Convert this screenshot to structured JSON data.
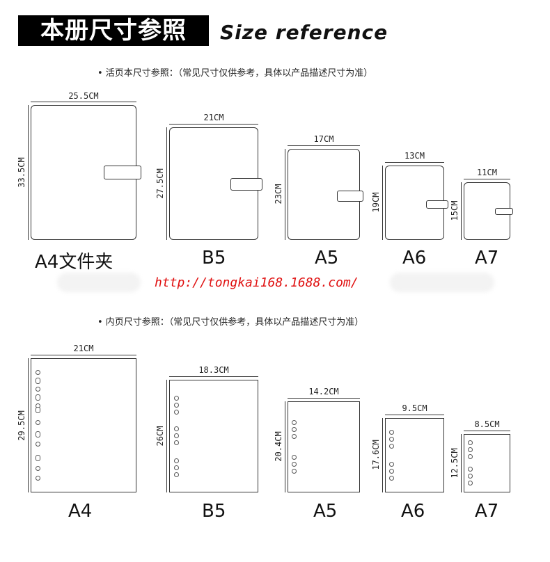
{
  "header": {
    "title_cn": "本册尺寸参照",
    "title_en": "Size reference"
  },
  "binder_section": {
    "note": "• 活页本尺寸参照：（常见尺寸仅供参考，具体以产品描述尺寸为准）",
    "items": [
      {
        "name": "A4文件夹",
        "width": "25.5CM",
        "height": "33.5CM"
      },
      {
        "name": "B5",
        "width": "21CM",
        "height": "27.5CM"
      },
      {
        "name": "A5",
        "width": "17CM",
        "height": "23CM"
      },
      {
        "name": "A6",
        "width": "13CM",
        "height": "19CM"
      },
      {
        "name": "A7",
        "width": "11CM",
        "height": "15CM"
      }
    ]
  },
  "url": "http://tongkai168.1688.com/",
  "refill_section": {
    "note": "• 内页尺寸参照：（常见尺寸仅供参考，具体以产品描述尺寸为准）",
    "items": [
      {
        "name": "A4",
        "width": "21CM",
        "height": "29.5CM"
      },
      {
        "name": "B5",
        "width": "18.3CM",
        "height": "26CM"
      },
      {
        "name": "A5",
        "width": "14.2CM",
        "height": "20.4CM"
      },
      {
        "name": "A6",
        "width": "9.5CM",
        "height": "17.6CM"
      },
      {
        "name": "A7",
        "width": "8.5CM",
        "height": "12.5CM"
      }
    ]
  },
  "colors": {
    "title_bg": "#000000",
    "url": "#e01010",
    "outline": "#333333"
  }
}
